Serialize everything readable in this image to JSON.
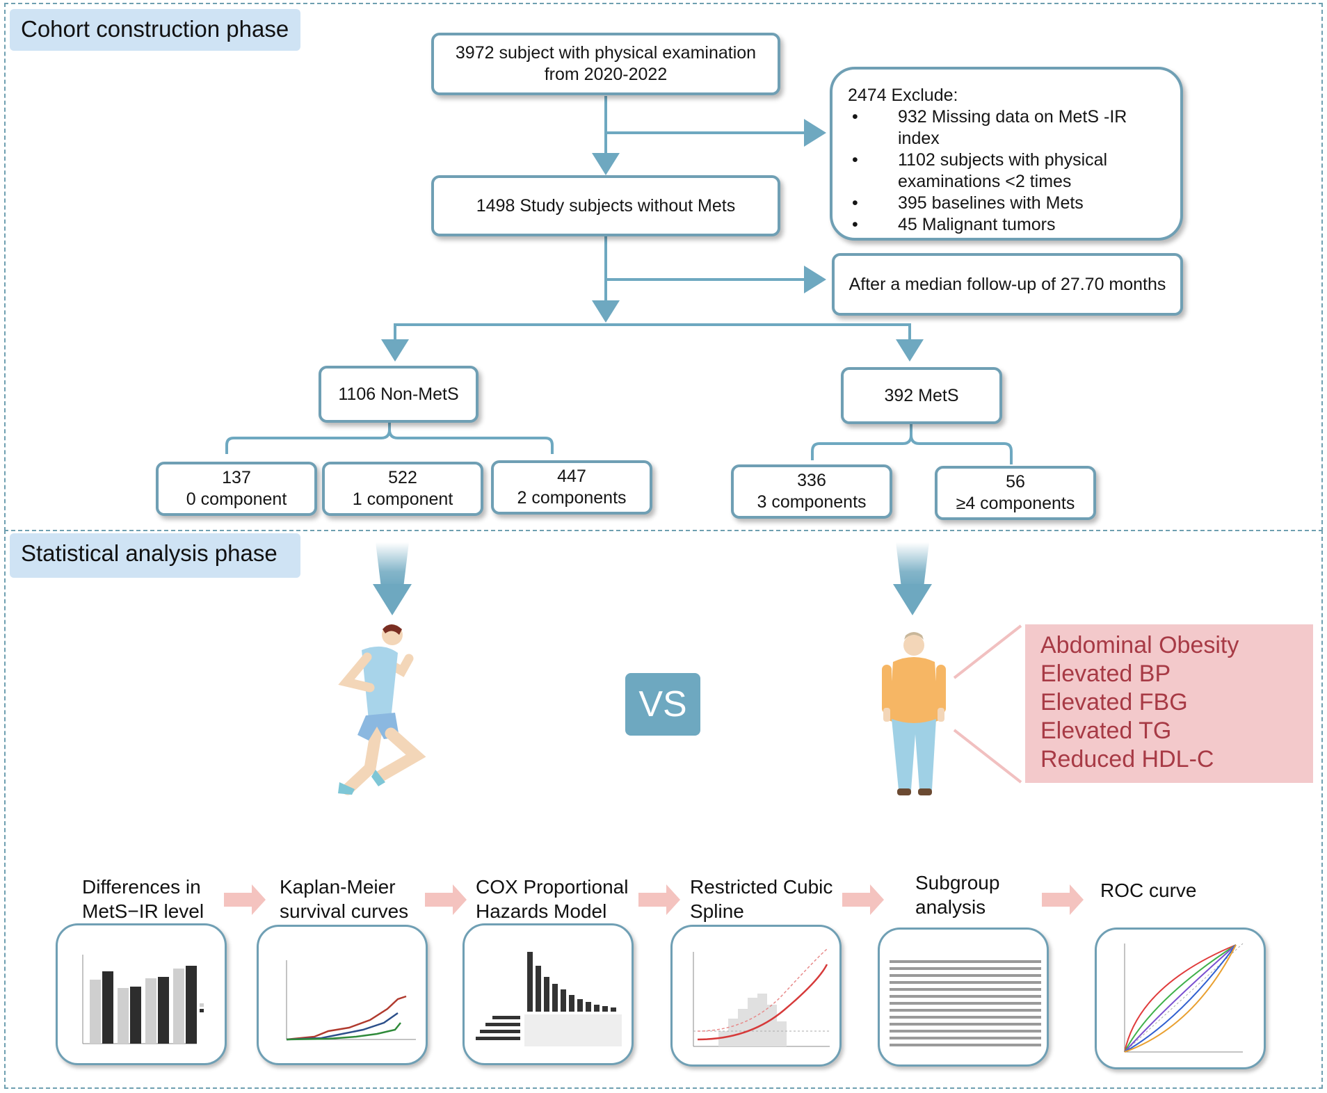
{
  "phases": {
    "cohort_label": "Cohort construction phase",
    "stat_label": "Statistical analysis phase"
  },
  "flow": {
    "start": {
      "line1": "3972 subject with physical examination",
      "line2": "from 2020-2022"
    },
    "exclude": {
      "head": "2474 Exclude:",
      "items": [
        {
          "bullet": "•",
          "text": "932 Missing data on MetS -IR index"
        },
        {
          "bullet": "•",
          "text": "1102 subjects with  physical examinations <2 times"
        },
        {
          "bullet": "•",
          "text": "395 baselines with Mets"
        },
        {
          "bullet": "•",
          "text": "45 Malignant tumors"
        }
      ]
    },
    "study": "1498 Study subjects without Mets",
    "followup": "After a median follow-up of 27.70 months",
    "nonmets": "1106 Non-MetS",
    "mets": "392 MetS",
    "components": [
      {
        "count": "137",
        "label": "0 component"
      },
      {
        "count": "522",
        "label": "1 component"
      },
      {
        "count": "447",
        "label": "2 components"
      },
      {
        "count": "336",
        "label": "3 components"
      },
      {
        "count": "56",
        "label": "≥4 components"
      }
    ]
  },
  "comparison": {
    "vs": "VS",
    "criteria": [
      "Abdominal Obesity",
      "Elevated BP",
      "Elevated FBG",
      "Elevated TG",
      "Reduced HDL-C"
    ]
  },
  "analysis_steps": [
    {
      "line1": "Differences in",
      "line2": "MetS−IR level"
    },
    {
      "line1": "Kaplan-Meier",
      "line2": "survival curves"
    },
    {
      "line1": "COX Proportional",
      "line2": "Hazards Model"
    },
    {
      "line1": "Restricted Cubic",
      "line2": "Spline"
    },
    {
      "line1": "Subgroup",
      "line2": "analysis"
    },
    {
      "line1": "ROC curve",
      "line2": ""
    }
  ],
  "colors": {
    "box_border": "#6f9fb4",
    "arrow": "#6ea8c0",
    "phase_label_bg": "#cfe3f4",
    "criteria_bg": "#f3c9cb",
    "criteria_text": "#a73a45",
    "step_arrow": "#f4c3bf"
  },
  "icons": [
    "runner-illustration",
    "overweight-person-illustration",
    "bar-chart-thumbnail",
    "km-curve-thumbnail",
    "upset-plot-thumbnail",
    "spline-thumbnail",
    "forest-table-thumbnail",
    "roc-thumbnail"
  ]
}
